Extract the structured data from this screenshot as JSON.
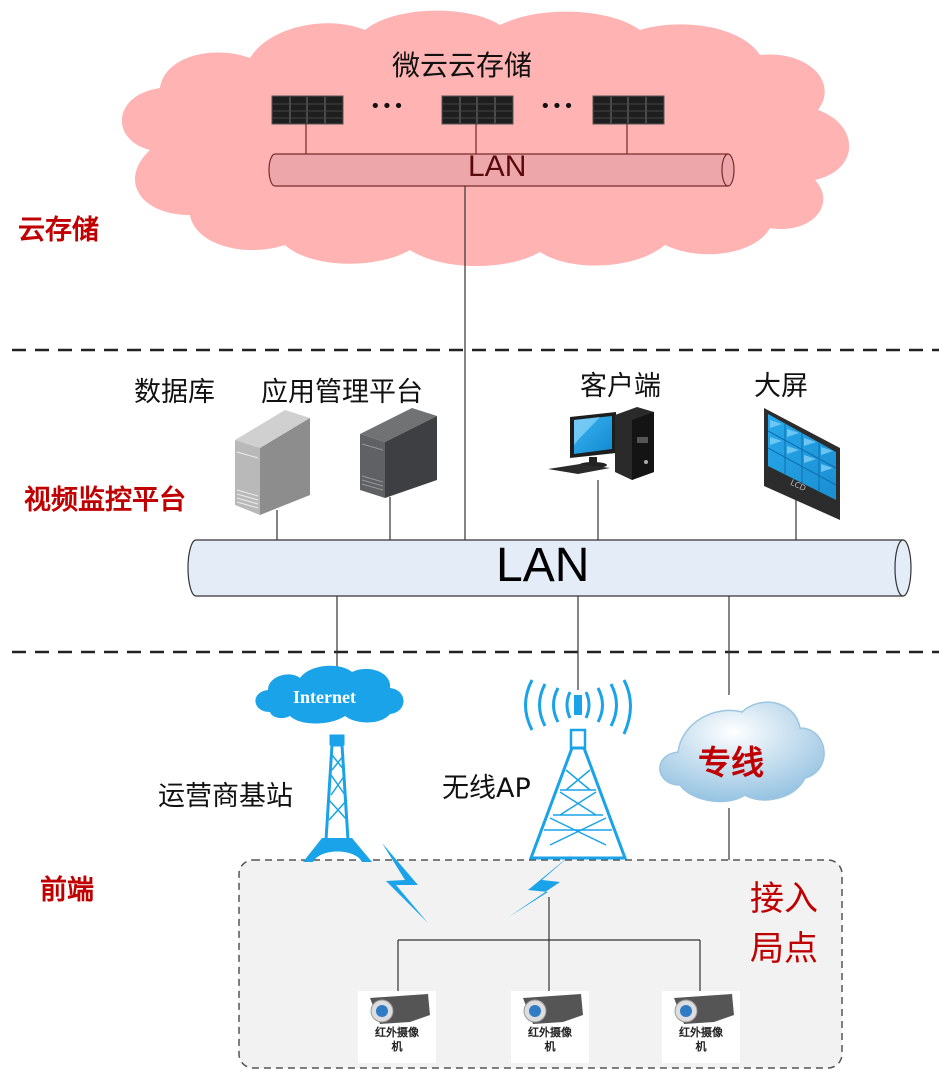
{
  "zones": {
    "cloud_storage": "云存储",
    "video_platform": "视频监控平台",
    "frontend": "前端"
  },
  "cloud": {
    "title": "微云云存储",
    "ellipsis": "•••",
    "lan_label": "LAN",
    "server_count": 3,
    "fill_color": "#ffb3b3",
    "lan_fill": "#eda7aa"
  },
  "platform": {
    "devices": [
      {
        "label": "数据库",
        "icon": "database-server-icon"
      },
      {
        "label": "应用管理平台",
        "icon": "app-server-icon"
      },
      {
        "label": "客户端",
        "icon": "desktop-computer-icon"
      },
      {
        "label": "大屏",
        "icon": "lcd-video-wall-icon"
      }
    ],
    "lan_label": "LAN",
    "lan_fill": "#e4ecf7",
    "lcd_text": "LCD"
  },
  "frontend": {
    "internet_label": "Internet",
    "carrier_label": "运营商基站",
    "wireless_label": "无线AP",
    "leased_line_label": "专线",
    "access_point_label": "接入局点",
    "access_point_lines": [
      "接入",
      "局点"
    ],
    "cameras": [
      {
        "label_line1": "红外摄像",
        "label_line2": "机"
      },
      {
        "label_line1": "红外摄像",
        "label_line2": "机"
      },
      {
        "label_line1": "红外摄像",
        "label_line2": "机"
      }
    ],
    "accent_color": "#1aa3e8",
    "label_color": "#c00000"
  }
}
